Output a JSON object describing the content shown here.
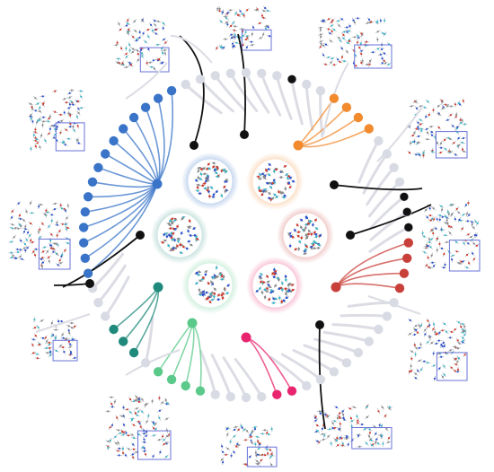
{
  "colors": {
    "node_grey": "#d9dbe4",
    "strand_grey": "#dcdde4",
    "black": "#111111",
    "blue": "#3a74c8",
    "orange": "#f28a2e",
    "red": "#c9403a",
    "pink": "#e8256e",
    "green": "#5bc98a",
    "teal": "#1f8a7c",
    "frame": "#6a73d8",
    "atom_blue": "#2a4fd0",
    "atom_red": "#d23a2a",
    "atom_grey": "#8a8a8a",
    "atom_cyan": "#38b7c8"
  },
  "ring": {
    "node_count": 66,
    "groups": [
      {
        "name": "blue-cluster",
        "color": "blue",
        "nodes": [
          38,
          39,
          40,
          41,
          42,
          43,
          44,
          45,
          46,
          47,
          48,
          49,
          50,
          51,
          52,
          53,
          54,
          55,
          56,
          57,
          58,
          59,
          60,
          61
        ]
      },
      {
        "name": "orange-cluster",
        "color": "orange",
        "nodes": [
          6,
          7,
          8,
          9
        ]
      },
      {
        "name": "red-cluster",
        "color": "red",
        "nodes": [
          17,
          18,
          19,
          20
        ]
      },
      {
        "name": "pink-cluster",
        "color": "pink",
        "nodes": [
          30,
          31
        ]
      },
      {
        "name": "green-cluster",
        "color": "green",
        "nodes": [
          40,
          41,
          42,
          43
        ]
      },
      {
        "name": "teal-cluster",
        "color": "teal",
        "nodes": [
          44,
          45,
          46
        ]
      }
    ]
  },
  "central_crystals": [
    {
      "name": "blue-halo-crystal",
      "glow": "blue"
    },
    {
      "name": "orange-halo-crystal",
      "glow": "orange"
    },
    {
      "name": "red-halo-crystal",
      "glow": "red"
    },
    {
      "name": "pink-halo-crystal",
      "glow": "pink"
    },
    {
      "name": "green-halo-crystal",
      "glow": "green"
    },
    {
      "name": "teal-halo-crystal",
      "glow": "teal"
    }
  ],
  "thumbnails": [
    {
      "name": "packing-thumbnail-top-left"
    },
    {
      "name": "packing-thumbnail-top"
    },
    {
      "name": "packing-thumbnail-top-right"
    },
    {
      "name": "packing-thumbnail-right-upper"
    },
    {
      "name": "packing-thumbnail-right"
    },
    {
      "name": "packing-thumbnail-right-lower"
    },
    {
      "name": "packing-thumbnail-bottom-right"
    },
    {
      "name": "packing-thumbnail-bottom"
    },
    {
      "name": "packing-thumbnail-bottom-left"
    },
    {
      "name": "packing-thumbnail-left-lower"
    },
    {
      "name": "packing-thumbnail-left"
    },
    {
      "name": "packing-thumbnail-left-upper"
    }
  ]
}
